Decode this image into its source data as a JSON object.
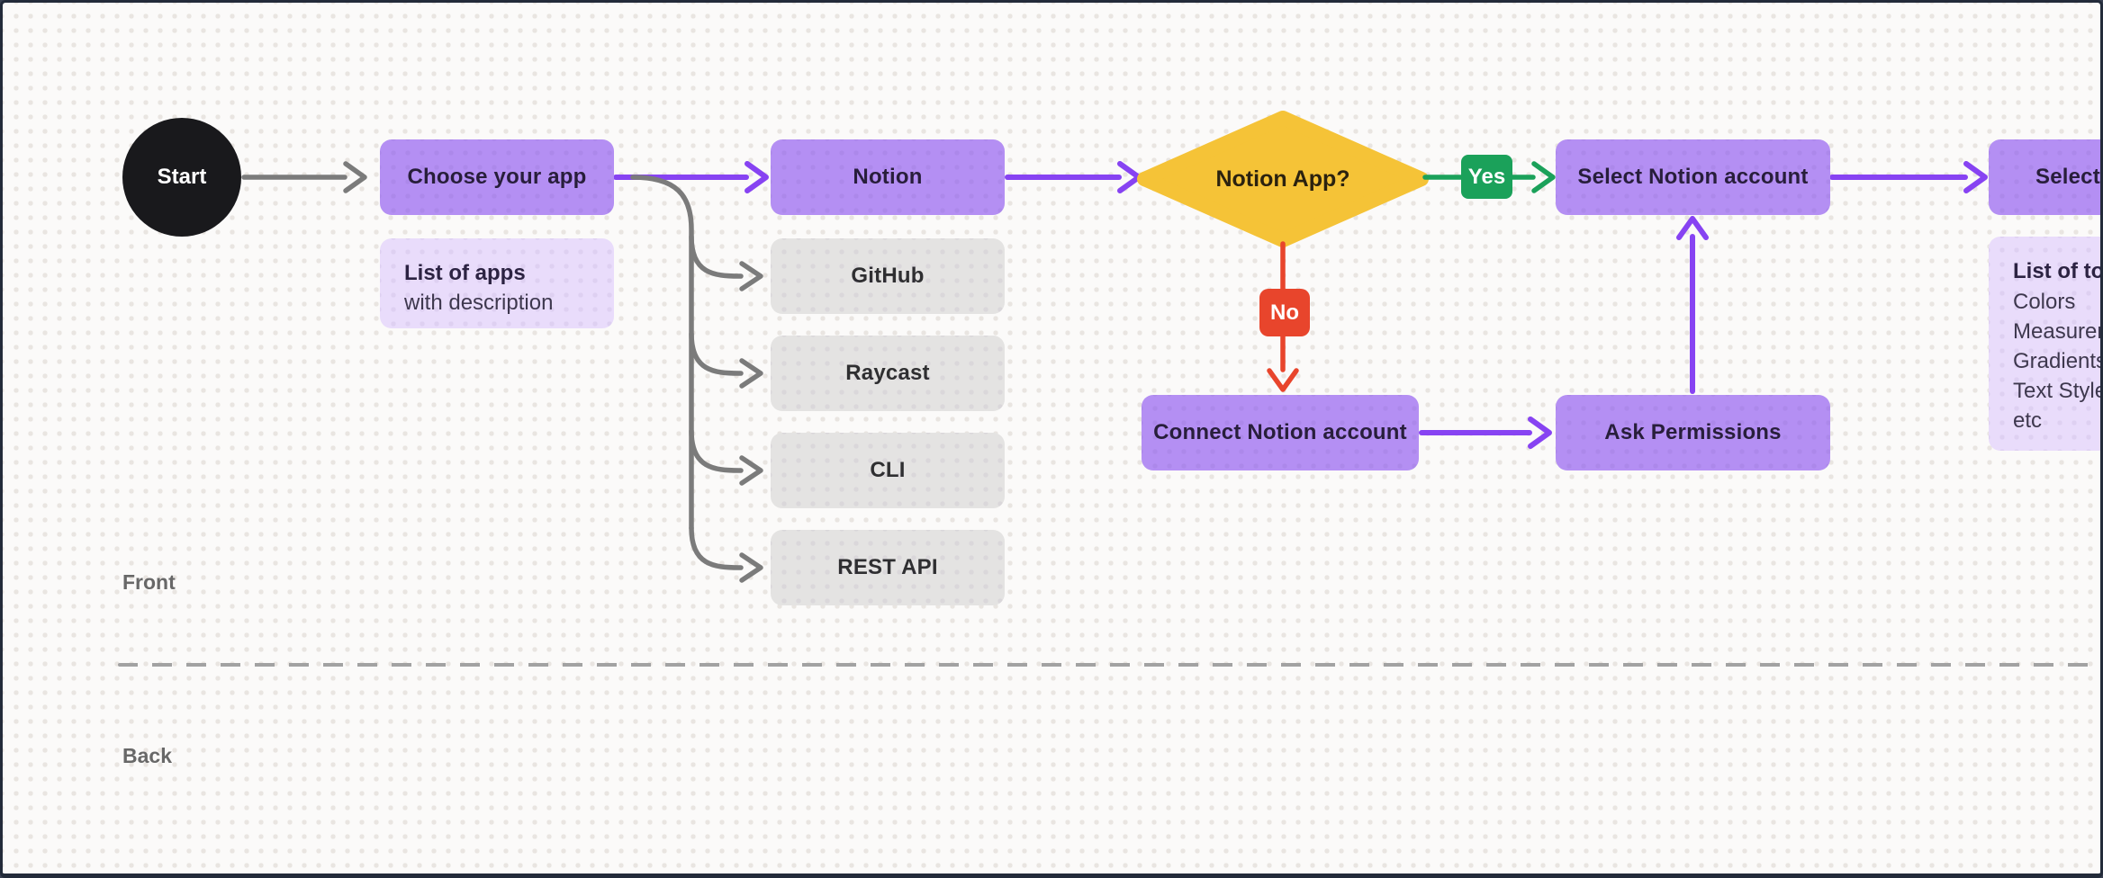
{
  "canvas": {
    "front_section_label": "Front",
    "back_section_label": "Back"
  },
  "flow": {
    "start": {
      "label": "Start"
    },
    "choose_app": {
      "label": "Choose your app"
    },
    "apps_note": {
      "title": "List of apps",
      "subtitle": "with description"
    },
    "apps": [
      "Notion",
      "GitHub",
      "Raycast",
      "CLI",
      "REST API"
    ],
    "decision": {
      "label": "Notion App?"
    },
    "yes_badge": {
      "label": "Yes"
    },
    "no_badge": {
      "label": "No"
    },
    "select_account": {
      "label": "Select Notion account"
    },
    "connect_account": {
      "label": "Connect Notion account"
    },
    "ask_permissions": {
      "label": "Ask Permissions"
    },
    "select_next": {
      "label": "Select"
    },
    "tokens_note": {
      "title": "List of tokens",
      "items": [
        "Colors",
        "Measurements",
        "Gradients",
        "Text Styles",
        "etc"
      ]
    }
  },
  "colors": {
    "canvas_background": "#fbfaf9",
    "dot_grid": "#e9e5e1",
    "frame_border": "#232b3a",
    "purple_node": "#b48ff3",
    "light_purple_note": "#e9dcfb",
    "gray_node": "#e4e3e2",
    "diamond_yellow": "#f5c337",
    "yes_green": "#1ba15a",
    "no_red": "#e8452c",
    "arrow_purple": "#8743f2",
    "arrow_gray": "#7b7b7b",
    "start_black": "#19191c"
  }
}
